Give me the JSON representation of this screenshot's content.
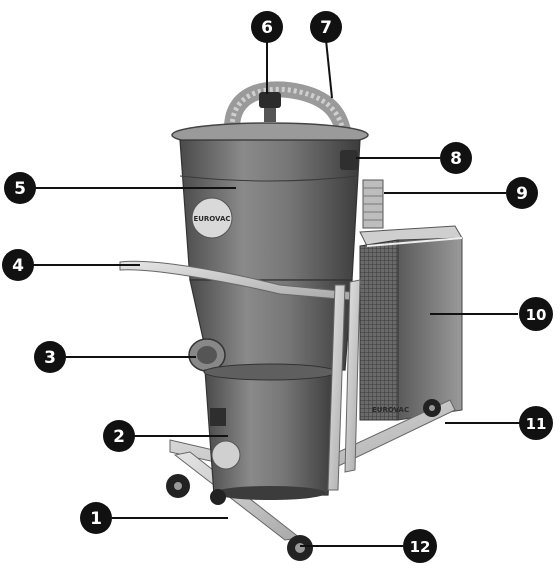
{
  "figure": {
    "logo_text": "EUROVAC",
    "side_marking": "EUROVAC",
    "callouts": [
      "1",
      "2",
      "3",
      "4",
      "5",
      "6",
      "7",
      "8",
      "9",
      "10",
      "11",
      "12"
    ]
  },
  "colors": {
    "tank_body": "#6d6d6d",
    "steel_frame": "#c4c4c4",
    "filter_box": "#8a8a8a",
    "callout_badge": "#111111"
  }
}
